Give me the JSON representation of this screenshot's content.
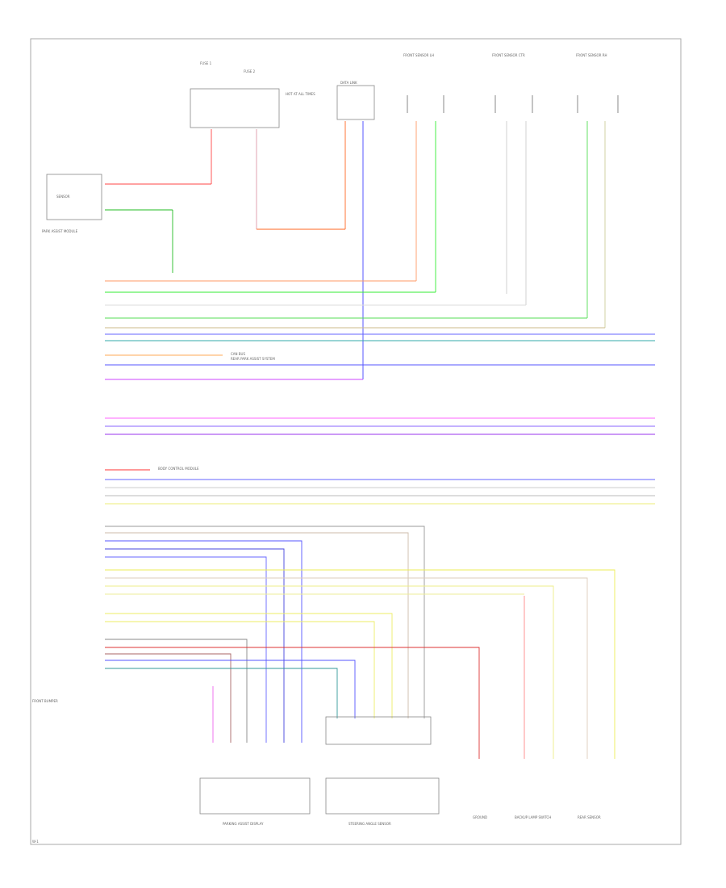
{
  "module": {
    "label": "PARK ASSIST MODULE"
  },
  "sensor_top": {
    "label": "FRONT BUMPER"
  },
  "fuse_left": {
    "label": "FUSE 1"
  },
  "fuse_right": {
    "label": "FUSE 2"
  },
  "fuse_note": {
    "label": "HOT AT ALL TIMES"
  },
  "box_a": {
    "label": "DATA LINK"
  },
  "connector_sensors": [
    {
      "label": "FRONT SENSOR LH"
    },
    {
      "label": "FRONT SENSOR CTR"
    },
    {
      "label": "FRONT SENSOR RH"
    }
  ],
  "annotation_1": "CAN BUS",
  "annotation_2": "REAR PARK ASSIST SYSTEM",
  "annotation_3": "BODY CONTROL MODULE",
  "bottom_components": [
    {
      "label": "PARKING ASSIST DISPLAY"
    },
    {
      "label": "STEERING ANGLE SENSOR"
    },
    {
      "label": "GROUND"
    },
    {
      "label": "BACKUP LAMP SWITCH"
    },
    {
      "label": "REAR SENSOR"
    }
  ],
  "left_block": {
    "label": "SENSOR"
  },
  "page_ref": "W-1"
}
